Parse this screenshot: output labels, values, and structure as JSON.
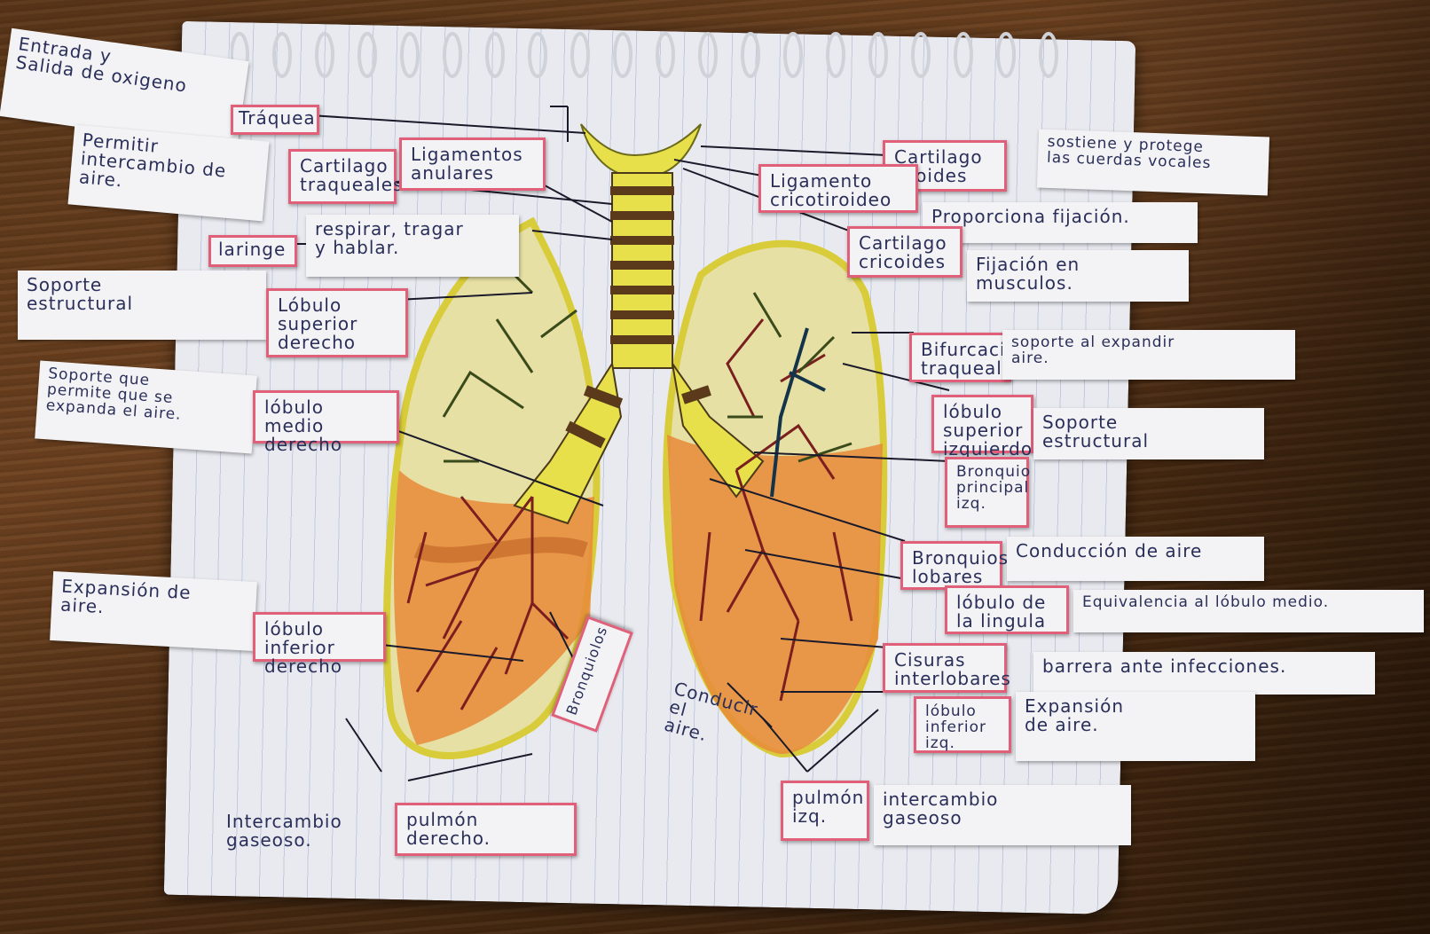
{
  "labels": {
    "entrada": "Entrada y\nSalida de oxigeno",
    "traquea": "Tráquea",
    "permitir": "Permitir\nintercambio de\naire.",
    "cartilago_traqueales": "Cartilago\ntraqueales",
    "ligamentos_anulares": "Ligamentos\nanulares",
    "cartilago_tiroides": "Cartilago\ntiroides",
    "sostiene": "sostiene y protege\nlas cuerdas vocales",
    "ligamento_cricotiroideo": "Ligamento\ncricotiroideo",
    "proporciona": "Proporciona fijación.",
    "laringe": "laringe",
    "respirar": "respirar, tragar\ny hablar.",
    "cartilago_cricoides": "Cartilago\ncricoides",
    "fijacion_musculos": "Fijación en\nmusculos.",
    "soporte_estructural_1": "Soporte\nestructural",
    "lobulo_superior_derecho": "Lóbulo\nsuperior\nderecho",
    "bifurcacion": "Bifurcación\ntraqueal",
    "soporte_expandir": "soporte al expandir\naire.",
    "soporte_que": "Soporte que\npermite que se\nexpanda el aire.",
    "lobulo_medio": "lóbulo medio\nderecho",
    "lobulo_superior_izq": "lóbulo\nsuperior\nizquierdo.",
    "soporte_estructural_2": "Soporte\nestructural",
    "bronquio_principal": "Bronquio\nprincipal\nizq.",
    "bronquios_lobares": "Bronquios\nlobares",
    "conducir_aire_1": "Conducción de aire",
    "lobulo_lingula": "lóbulo de\nla lingula",
    "equivalencia": "Equivalencia al lóbulo medio.",
    "expansion_1": "Expansión de\naire.",
    "lobulo_inferior_derecho": "lóbulo inferior\nderecho",
    "cisuras": "Cisuras\ninterlobares",
    "barrera": "barrera ante infecciones.",
    "bronquiolos": "Bronquiolos",
    "conducir_aire_2": "Conducir\nel\naire.",
    "lobulo_inferior_izq": "lóbulo\ninferior\nizq.",
    "expansion_2": "Expansión\nde aire.",
    "intercambio_1": "Intercambio\ngaseoso.",
    "pulmon_derecho": "pulmón\nderecho.",
    "pulmon_izq": "pulmón\nizq.",
    "intercambio_2": "intercambio\ngaseoso"
  }
}
